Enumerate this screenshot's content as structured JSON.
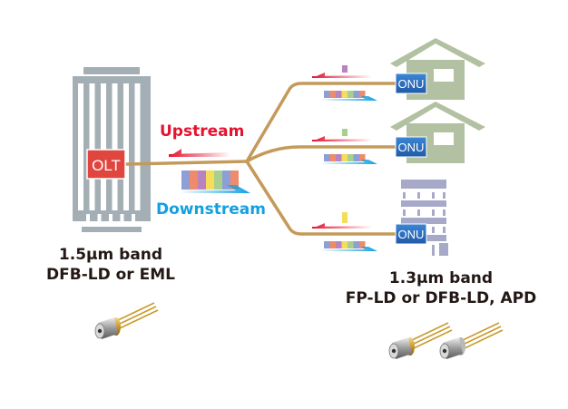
{
  "diagram": {
    "type": "PON network diagram",
    "olt": {
      "label": "OLT",
      "color": "#e0463f",
      "building_color": "#a4afb5"
    },
    "onus": [
      {
        "label": "ONU",
        "premise": "house",
        "upstream_color": "#b884c0"
      },
      {
        "label": "ONU",
        "premise": "house",
        "upstream_color": "#a8d08d"
      },
      {
        "label": "ONU",
        "premise": "apartment",
        "upstream_color": "#f5dc5a"
      }
    ],
    "onu_color": "#2a6fc0",
    "fiber_color": "#c49a5a",
    "house_color": "#b1c1a1",
    "apartment_color": "#a6aac8",
    "upstream": {
      "label": "Upstream",
      "color": "#e5132f"
    },
    "downstream": {
      "label": "Downstream",
      "color": "#13a0e0"
    },
    "packet_colors": [
      "#8d9fd4",
      "#ef8a6a",
      "#b884c0",
      "#f5dc5a",
      "#a8d08d",
      "#8d9fd4",
      "#ef8a6a"
    ],
    "left_caption": {
      "line1": "1.5µm band",
      "line2": "DFB-LD or EML"
    },
    "right_caption": {
      "line1": "1.3µm band",
      "line2": "FP-LD or DFB-LD, APD"
    }
  }
}
